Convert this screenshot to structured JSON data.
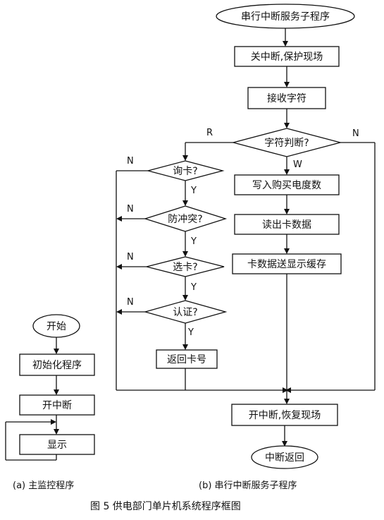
{
  "figure_title": "图 5  供电部门单片机系统程序框图",
  "left": {
    "caption": "(a)  主监控程序",
    "start": "开始",
    "init": "初始化程序",
    "open_int": "开中断",
    "display": "显示"
  },
  "right": {
    "caption": "(b)  串行中断服务子程序",
    "start": "串行中断服务子程序",
    "close_protect": "关中断,保护现场",
    "receive": "接收字符",
    "judge": "字符判断?",
    "inquire": "询卡?",
    "anticollision": "防冲突?",
    "select": "选卡?",
    "auth": "认证?",
    "return_id": "返回卡号",
    "write_amount": "写入购买电度数",
    "read_data": "读出卡数据",
    "send_buffer": "卡数据送显示缓存",
    "open_restore": "开中断,恢复现场",
    "return_int": "中断返回",
    "edge_R": "R",
    "edge_W": "W",
    "edge_N": "N",
    "edge_Y": "Y"
  }
}
